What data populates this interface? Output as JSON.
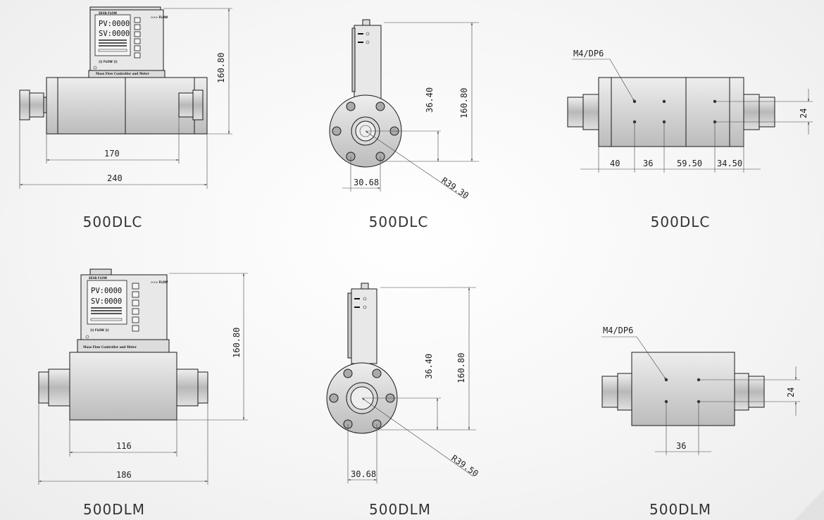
{
  "figures": [
    {
      "id": "dlc-front",
      "caption": "500DLC",
      "brand": "SEVA FLOW",
      "flow_small": ">>> FLOW",
      "pv": "PV:0000",
      "sv": "SV:0000",
      "flow_arrows": "))) FLOW )))",
      "body_label": "Mass Flow Controller and Meter",
      "dims": {
        "height": "160.80",
        "body_len": "170",
        "total_len": "240"
      }
    },
    {
      "id": "dlc-side",
      "caption": "500DLC",
      "dims": {
        "center_h": "36.40",
        "height": "160.80",
        "pitch": "30.68",
        "radius": "R39.30"
      }
    },
    {
      "id": "dlc-bottom",
      "caption": "500DLC",
      "dims": {
        "thread": "M4/DP6",
        "d1": "40",
        "d2": "36",
        "d3": "59.50",
        "d4": "34.50",
        "gap": "24"
      }
    },
    {
      "id": "dlm-front",
      "caption": "500DLM",
      "brand": "SEVA FLOW",
      "flow_small": ">>> FLOW",
      "pv": "PV:0000",
      "sv": "SV:0000",
      "flow_arrows": "))) FLOW )))",
      "body_label": "Mass Flow Controller and Meter",
      "dims": {
        "height": "160.80",
        "body_len": "116",
        "total_len": "186"
      }
    },
    {
      "id": "dlm-side",
      "caption": "500DLM",
      "dims": {
        "center_h": "36.40",
        "height": "160.80",
        "pitch": "30.68",
        "radius": "R39.50"
      }
    },
    {
      "id": "dlm-bottom",
      "caption": "500DLM",
      "dims": {
        "thread": "M4/DP6",
        "d1": "36",
        "gap": "24"
      }
    }
  ]
}
